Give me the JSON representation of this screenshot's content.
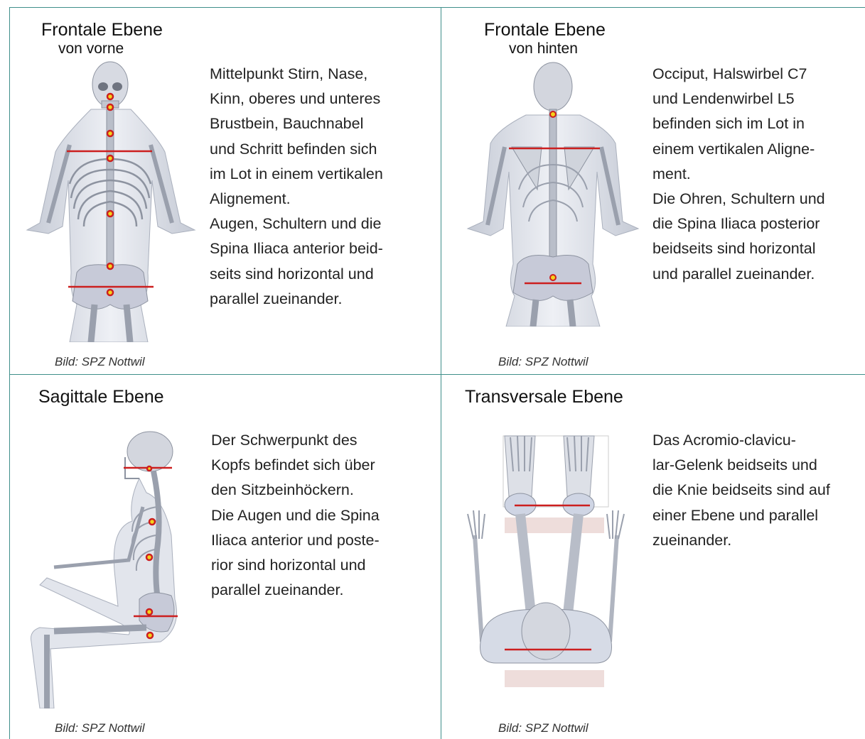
{
  "panels": [
    {
      "title": "Frontale Ebene",
      "subtitle": "von vorne",
      "description": "Mittelpunkt Stirn, Nase,\nKinn, oberes und unteres\nBrustbein, Bauchnabel\nund Schritt befinden sich\nim Lot in einem vertikalen\nAlignement.\nAugen, Schultern und die\nSpina Iliaca anterior beid-\nseits sind horizontal und\nparallel zueinander.",
      "credit": "Bild: SPZ Nottwil"
    },
    {
      "title": "Frontale Ebene",
      "subtitle": "von hinten",
      "description": "Occiput, Halswirbel C7\nund Lendenwirbel L5\nbefinden sich im Lot in\neinem vertikalen Aligne-\nment.\nDie Ohren, Schultern und\ndie Spina Iliaca posterior\nbeidseits sind horizontal\nund parallel zueinander.",
      "credit": "Bild: SPZ Nottwil"
    },
    {
      "title": "Sagittale Ebene",
      "description": "Der Schwerpunkt des\nKopfs befindet sich über\nden Sitzbeinhöckern.\nDie Augen und die Spina\nIliaca anterior und poste-\nrior sind horizontal und\nparallel zueinander.",
      "credit": "Bild: SPZ Nottwil"
    },
    {
      "title": "Transversale Ebene",
      "description": "Das Acromio-clavicu-\nlar-Gelenk beidseits und\ndie Knie beidseits sind auf\neiner Ebene und parallel\nzueinander.",
      "credit": "Bild: SPZ Nottwil"
    }
  ],
  "colors": {
    "border": "#3f8f8a",
    "marker_line": "#cc1f1f",
    "marker_dot": "#f4d21b",
    "marker_ring": "#cc1f1f",
    "bone": "#c9ccd3",
    "bone_dark": "#9aa0ad",
    "body_shade": "#dde1ea"
  },
  "icons": {
    "figure_front": "skeleton-front-icon",
    "figure_back": "skeleton-back-icon",
    "figure_side": "skeleton-side-icon",
    "figure_top": "skeleton-top-icon"
  }
}
